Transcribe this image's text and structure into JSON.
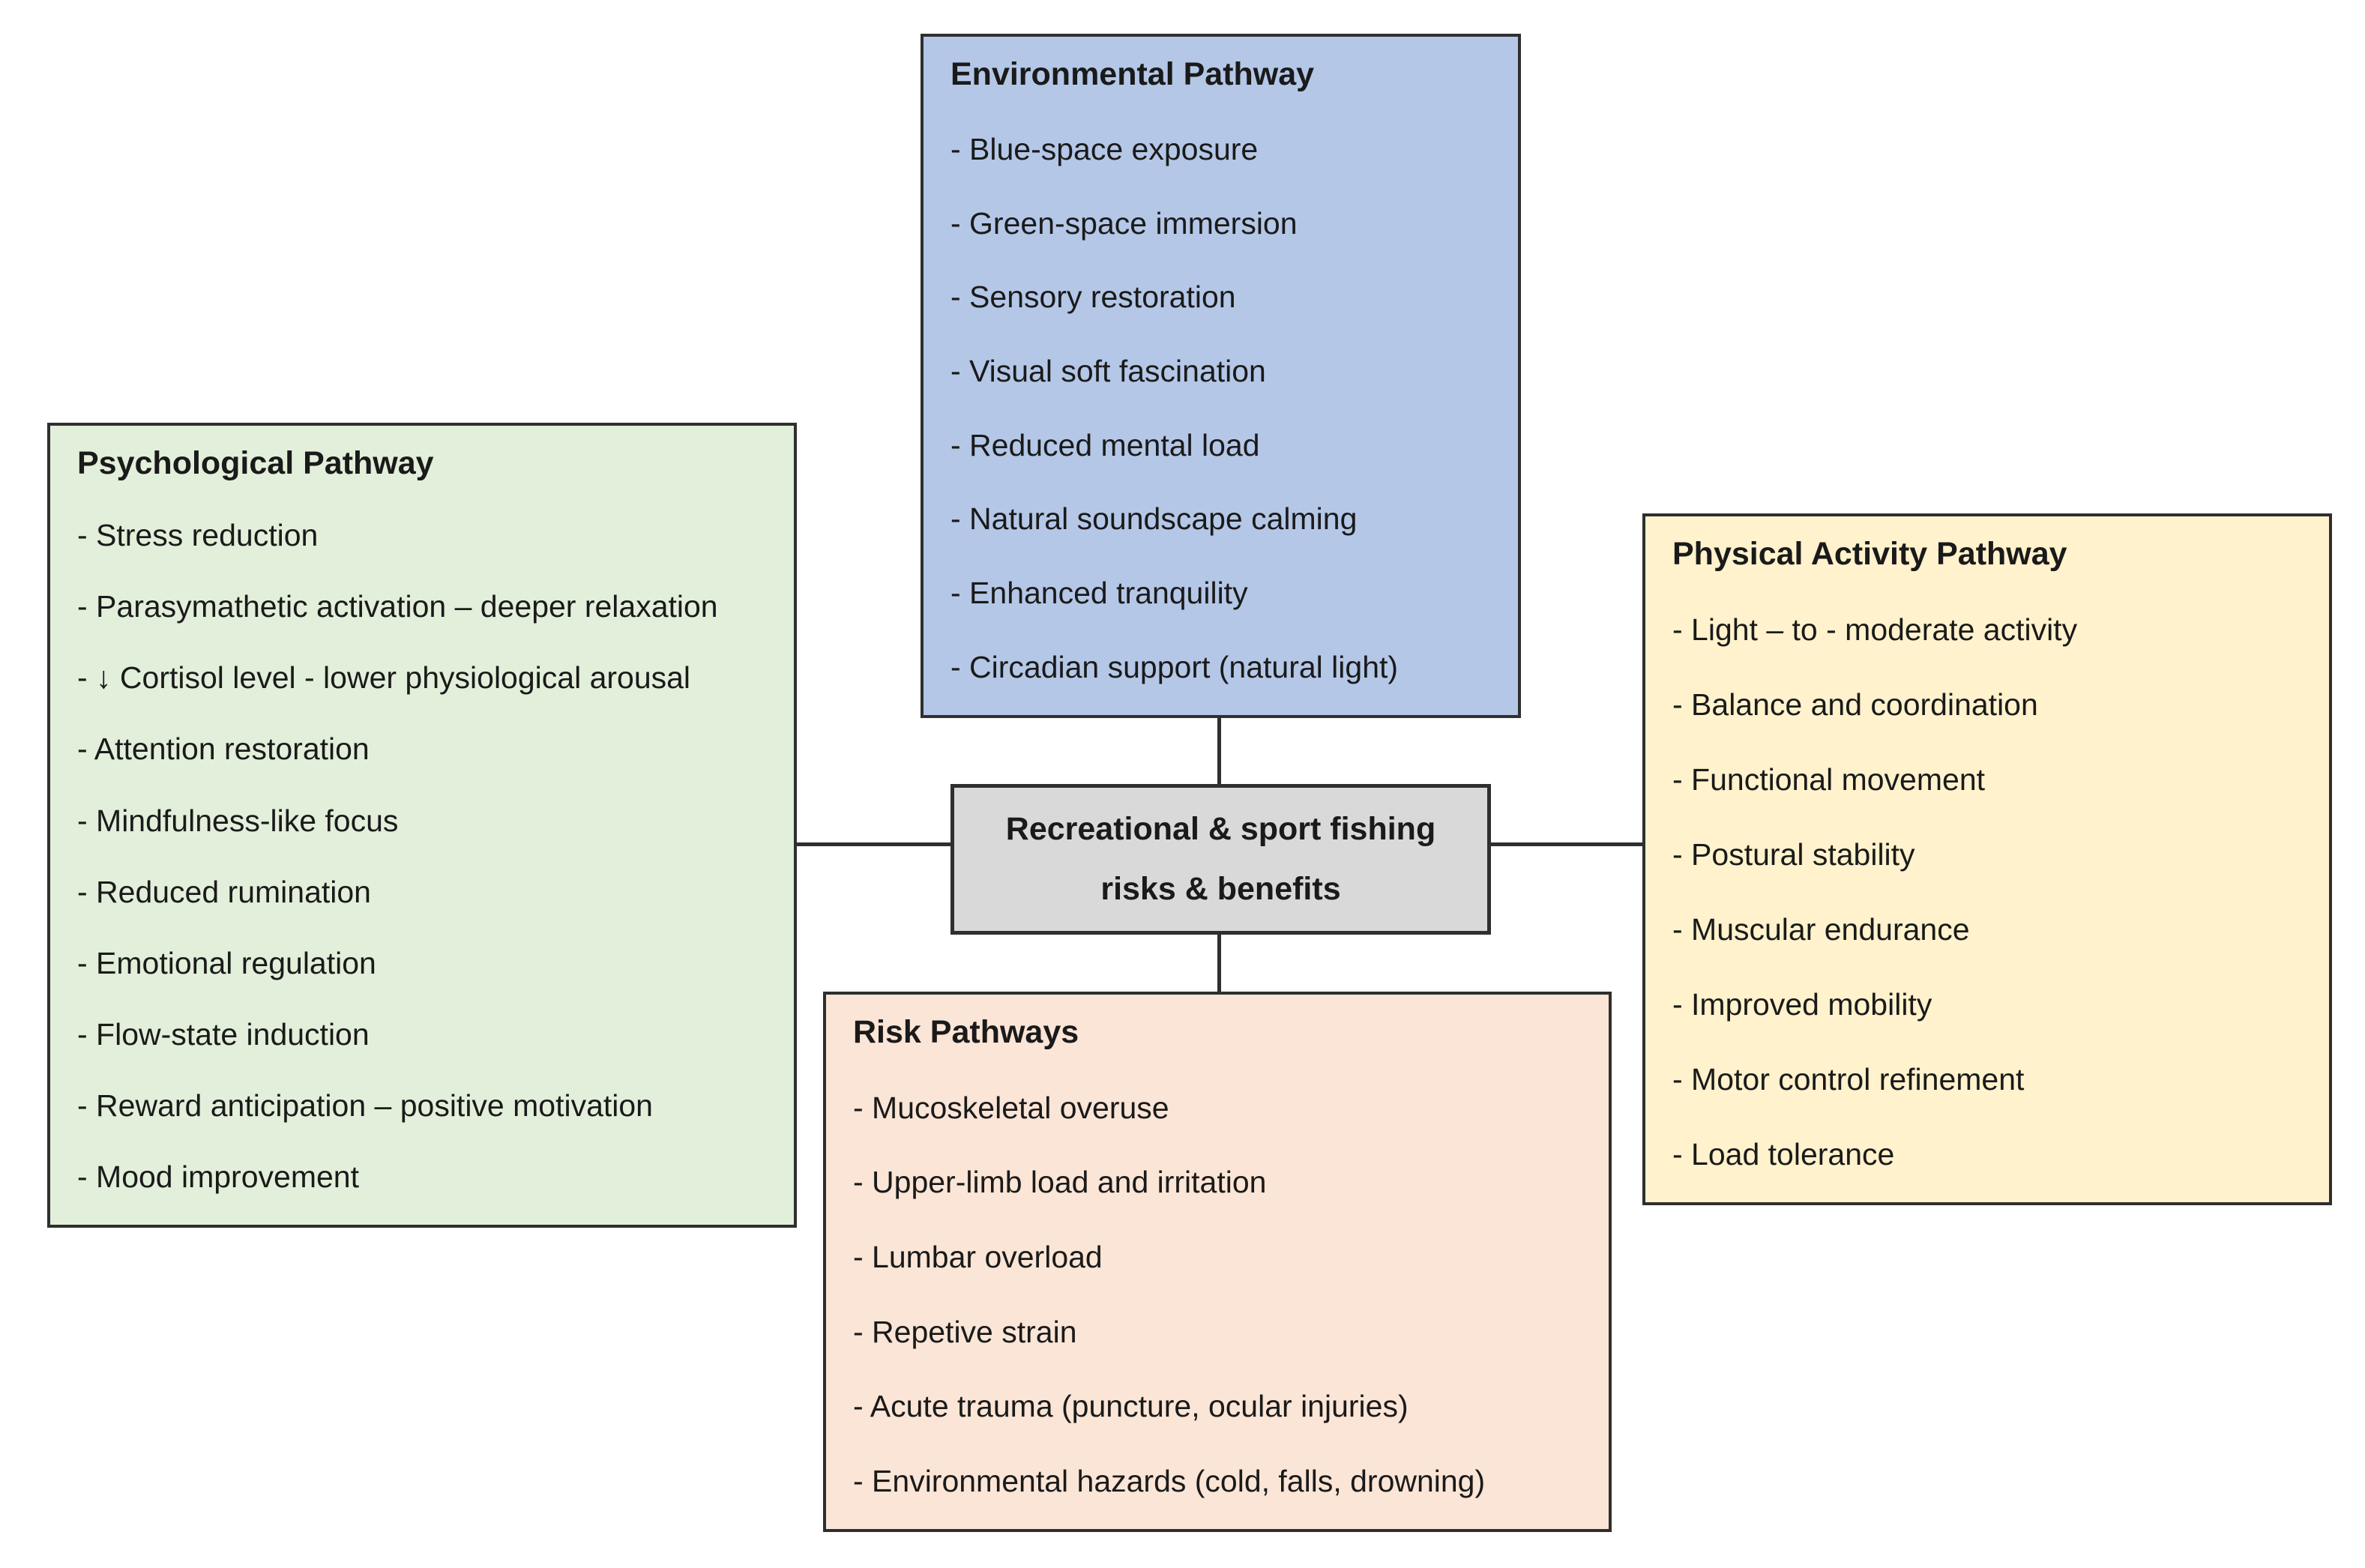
{
  "diagram": {
    "center": {
      "line1": "Recreational & sport fishing",
      "line2": "risks & benefits"
    },
    "boxes": {
      "environmental": {
        "title": "Environmental Pathway",
        "items": [
          "- Blue-space exposure",
          "- Green-space immersion",
          "- Sensory restoration",
          "- Visual soft fascination",
          "- Reduced mental load",
          "- Natural soundscape calming",
          "- Enhanced tranquility",
          "- Circadian support (natural light)"
        ]
      },
      "psychological": {
        "title": "Psychological Pathway",
        "items": [
          "- Stress reduction",
          "- Parasymathetic activation – deeper relaxation",
          "- ↓ Cortisol level - lower physiological arousal",
          "- Attention restoration",
          "- Mindfulness-like focus",
          "- Reduced rumination",
          "- Emotional regulation",
          "- Flow-state induction",
          "- Reward anticipation – positive motivation",
          "- Mood improvement"
        ]
      },
      "physical": {
        "title": "Physical Activity Pathway",
        "items": [
          "- Light – to - moderate activity",
          "- Balance and coordination",
          "- Functional movement",
          "- Postural stability",
          "- Muscular endurance",
          "- Improved mobility",
          "- Motor control refinement",
          "- Load tolerance"
        ]
      },
      "risk": {
        "title": "Risk Pathways",
        "items": [
          "- Mucoskeletal overuse",
          "- Upper-limb load and irritation",
          "- Lumbar overload",
          "- Repetive strain",
          "- Acute trauma (puncture, ocular injuries)",
          "- Environmental hazards (cold, falls, drowning)"
        ]
      }
    },
    "colors": {
      "environmental_fill": "#b4c7e7",
      "psychological_fill": "#e2efda",
      "physical_fill": "#fff2cc",
      "risk_fill": "#fbe5d6",
      "center_fill": "#d9d9d9",
      "border": "#2f2f2f",
      "connector": "#2f2f2f",
      "text": "#1a1a1a",
      "background": "#ffffff"
    }
  }
}
